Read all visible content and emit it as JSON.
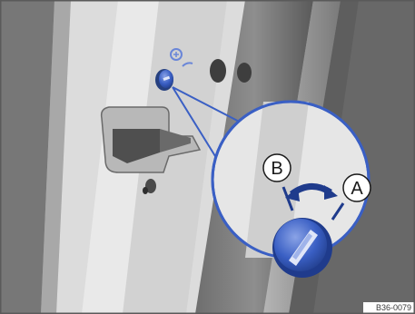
{
  "figure": {
    "callout_b": "B",
    "callout_a": "A",
    "figure_code": "B36-0079"
  },
  "colors": {
    "accent_blue": "#3a5fc4",
    "accent_blue_light": "#7d97e0",
    "door_gray": "#8a8a8a",
    "panel_light": "#e6e6e6",
    "border": "#5a5a5a"
  },
  "icons": {
    "lock_cylinder": "door-lock-cylinder-icon",
    "rotate_arrow": "rotate-arrow-icon",
    "lock_symbol": "lock-symbol-icon"
  }
}
